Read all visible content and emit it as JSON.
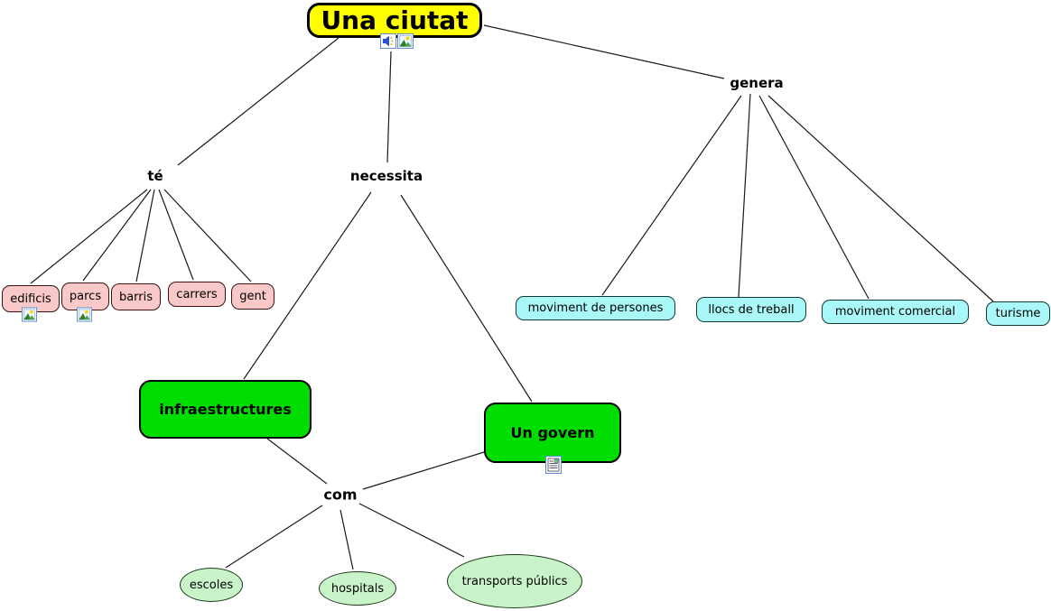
{
  "diagram": {
    "title": "Una ciutat",
    "type": "concept-map"
  },
  "nodes": {
    "root": {
      "label": "Una ciutat"
    },
    "edificis": {
      "label": "edificis"
    },
    "parcs": {
      "label": "parcs"
    },
    "barris": {
      "label": "barris"
    },
    "carrers": {
      "label": "carrers"
    },
    "gent": {
      "label": "gent"
    },
    "moviment_persones": {
      "label": "moviment de persones"
    },
    "llocs_treball": {
      "label": "llocs de treball"
    },
    "moviment_comercial": {
      "label": "moviment comercial"
    },
    "turisme": {
      "label": "turisme"
    },
    "infraestructures": {
      "label": "infraestructures"
    },
    "un_govern": {
      "label": "Un govern"
    },
    "escoles": {
      "label": "escoles"
    },
    "hospitals": {
      "label": "hospitals"
    },
    "transports_publics": {
      "label": "transports públics"
    }
  },
  "linking_phrases": {
    "te": {
      "label": "té"
    },
    "necessita": {
      "label": "necessita"
    },
    "genera": {
      "label": "genera"
    },
    "com": {
      "label": "com"
    }
  },
  "edges": [
    {
      "from": "Una ciutat",
      "phrase": "té",
      "to": [
        "edificis",
        "parcs",
        "barris",
        "carrers",
        "gent"
      ]
    },
    {
      "from": "Una ciutat",
      "phrase": "necessita",
      "to": [
        "infraestructures",
        "Un govern"
      ]
    },
    {
      "from": "Una ciutat",
      "phrase": "genera",
      "to": [
        "moviment de persones",
        "llocs de treball",
        "moviment comercial",
        "turisme"
      ]
    },
    {
      "from": "infraestructures / Un govern",
      "phrase": "com",
      "to": [
        "escoles",
        "hospitals",
        "transports públics"
      ]
    }
  ],
  "icons": {
    "root_audio": "audio-resource-icon",
    "root_image": "image-resource-icon",
    "edificis_image": "image-resource-icon",
    "parcs_image": "image-resource-icon",
    "un_govern_document": "document-resource-icon"
  },
  "colors": {
    "root_fill": "#ffff00",
    "pink_fill": "#f9c8c8",
    "cyan_fill": "#aaf7f7",
    "green_fill": "#00dd00",
    "ellipse_fill": "#c9f3c9",
    "line": "#1a1a1a",
    "background": "#ffffff"
  }
}
